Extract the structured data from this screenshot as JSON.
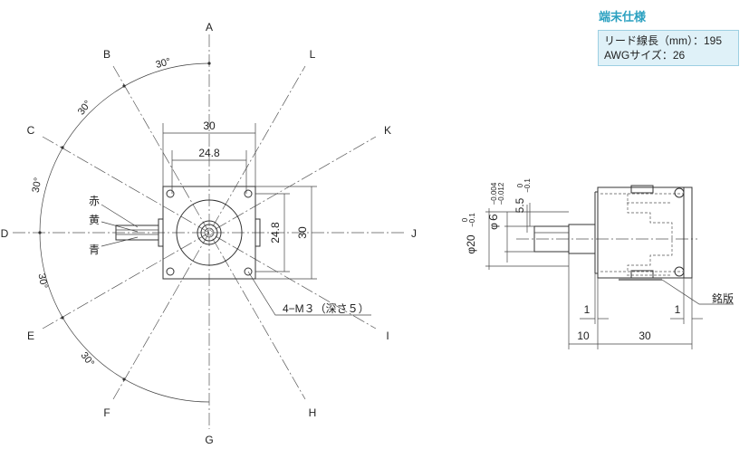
{
  "spec": {
    "title": "端末仕様",
    "lead_length": "リード線長（mm）：195",
    "awg_size": "AWGサイズ：26"
  },
  "front_view": {
    "axis_labels": [
      "A",
      "B",
      "C",
      "D",
      "E",
      "F",
      "G",
      "H",
      "I",
      "J",
      "K",
      "L"
    ],
    "angles": [
      "30°",
      "30°",
      "30°",
      "30°",
      "30°"
    ],
    "dims": {
      "width_30": "30",
      "width_24_8": "24.8",
      "height_24_8": "24.8",
      "height_30": "30"
    },
    "wires": [
      "赤",
      "黄",
      "青"
    ],
    "mount_note": "4−M３（深さ５）"
  },
  "side_view": {
    "shaft_dia": "φ６",
    "shaft_dia_tol_upper": "−0.004",
    "shaft_dia_tol_lower": "−0.012",
    "flat": "5.5",
    "flat_tol_upper": "0",
    "flat_tol_lower": "−0.1",
    "pilot_dia": "φ20",
    "pilot_tol_upper": "0",
    "pilot_tol_lower": "−0.1",
    "dim_1_left": "1",
    "dim_1_right": "1",
    "dim_10": "10",
    "dim_30": "30",
    "nameplate": "銘版"
  }
}
